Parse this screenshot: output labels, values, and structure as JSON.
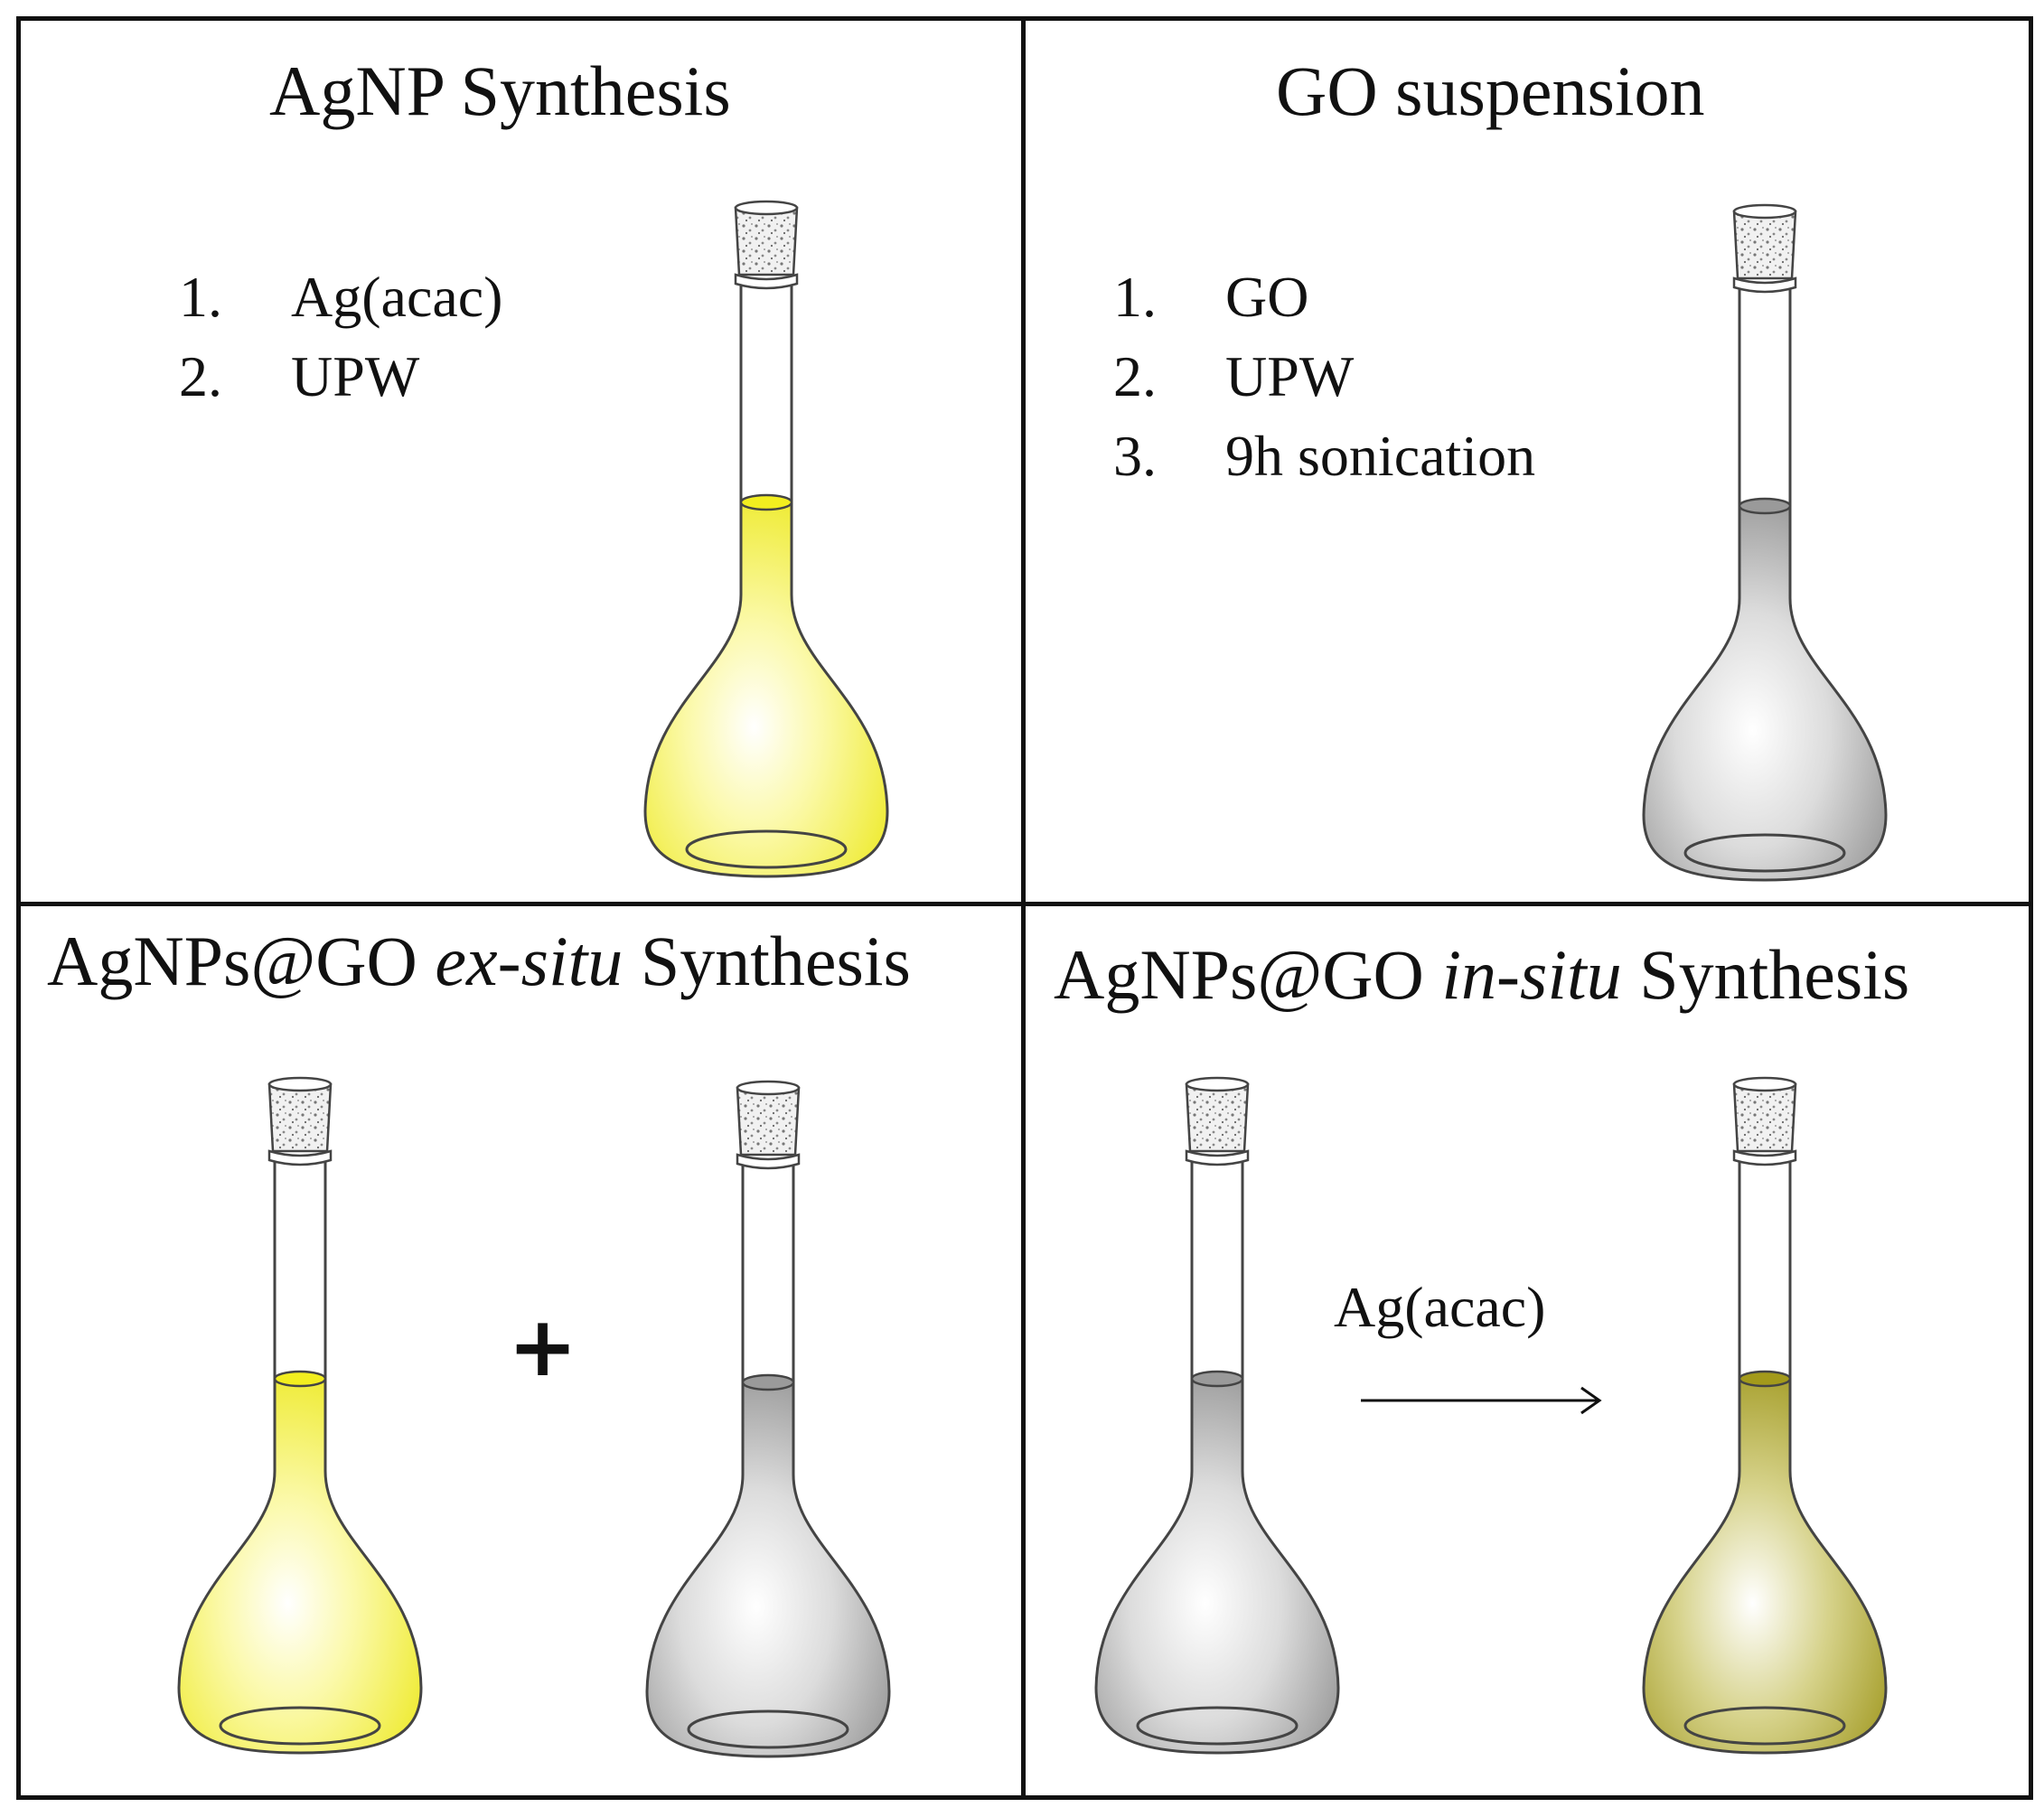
{
  "panels": {
    "agnp": {
      "title": "AgNP Synthesis",
      "steps": [
        {
          "num": "1.",
          "text": "Ag(acac)"
        },
        {
          "num": "2.",
          "text": "UPW"
        }
      ]
    },
    "go": {
      "title": "GO suspension",
      "steps": [
        {
          "num": "1.",
          "text": "GO"
        },
        {
          "num": "2.",
          "text": "UPW"
        },
        {
          "num": "3.",
          "text": "9h sonication"
        }
      ]
    },
    "exsitu": {
      "title_pre": "AgNPs@GO ",
      "title_em": "ex-situ",
      "title_post": " Synthesis",
      "plus": "+"
    },
    "insitu": {
      "title_pre": "AgNPs@GO ",
      "title_em": "in-situ",
      "title_post": " Synthesis",
      "reagent": "Ag(acac)"
    }
  },
  "colors": {
    "yellow": "#f2ee1f",
    "gray": "#9a9a9a",
    "olive": "#a39a1b",
    "outline": "#444444"
  }
}
